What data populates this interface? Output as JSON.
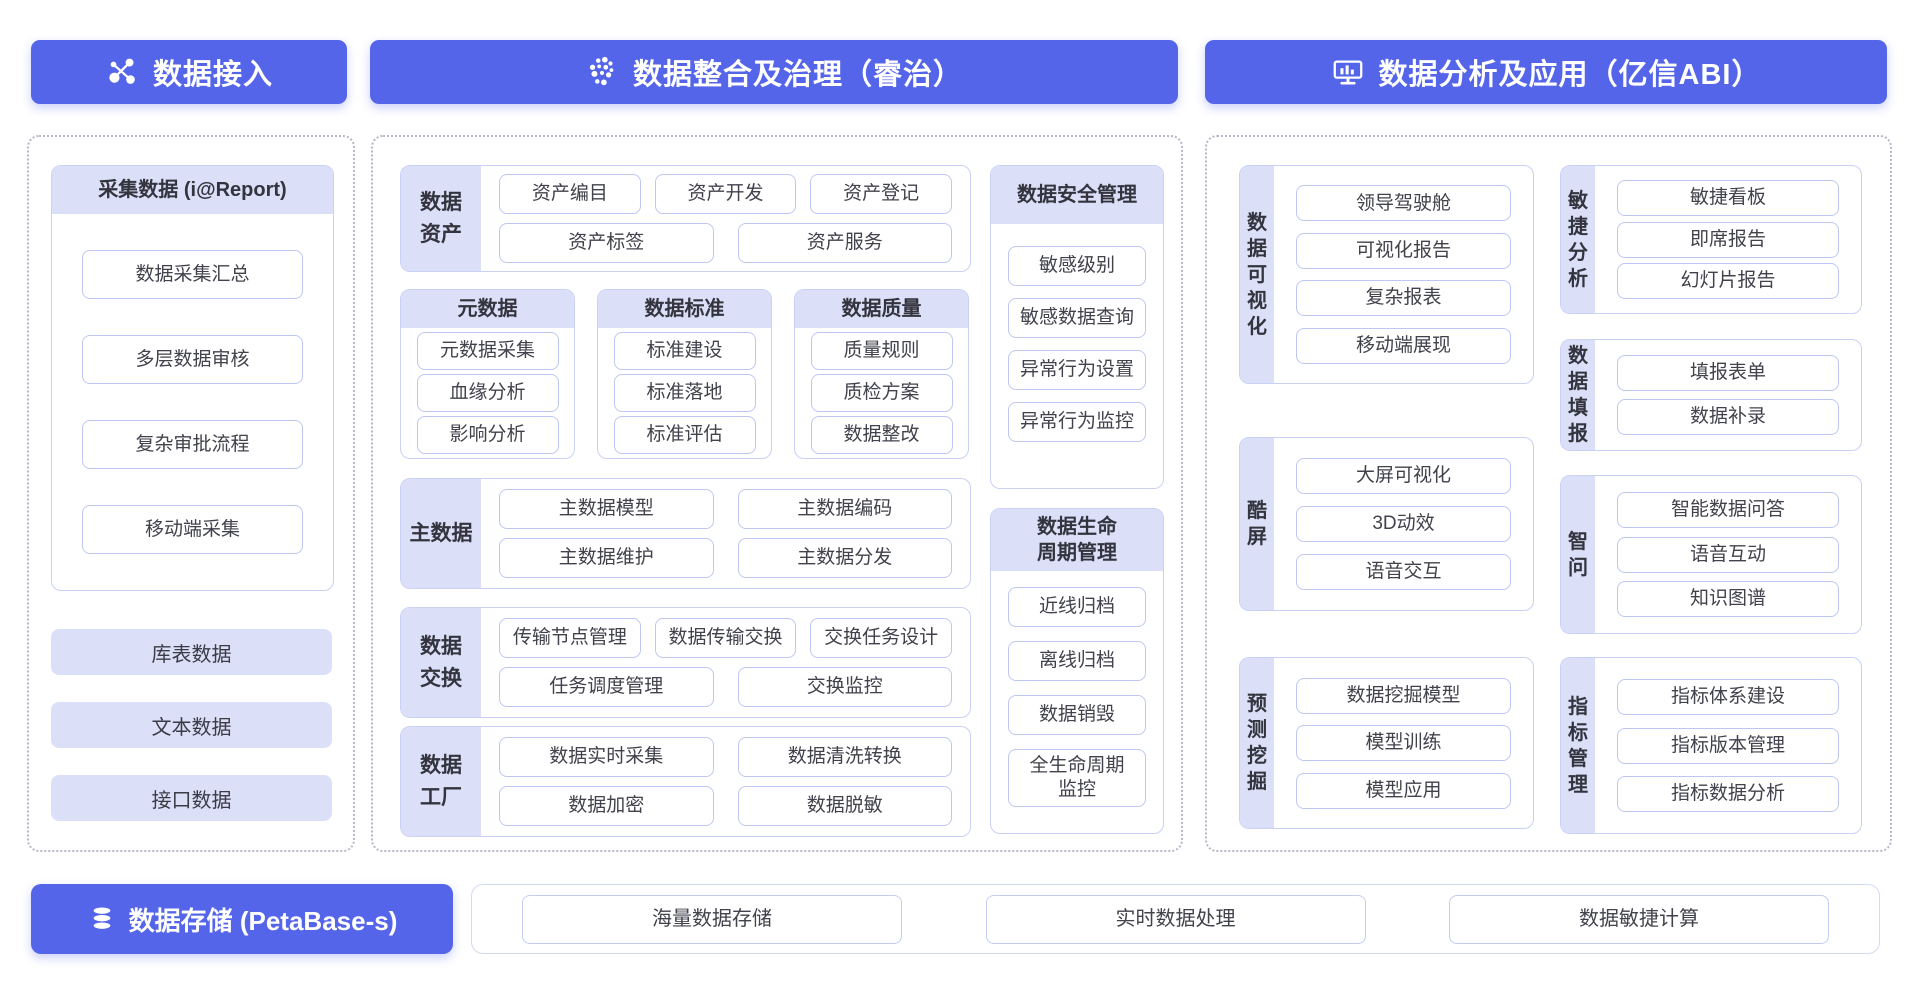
{
  "headers": [
    {
      "label": "数据接入",
      "icon": "network-icon"
    },
    {
      "label": "数据整合及治理（睿治）",
      "icon": "dots-cluster-icon"
    },
    {
      "label": "数据分析及应用（亿信ABI）",
      "icon": "monitor-chart-icon"
    }
  ],
  "access": {
    "card_title": "采集数据 (i@Report)",
    "card_items": [
      "数据采集汇总",
      "多层数据审核",
      "复杂审批流程",
      "移动端采集"
    ],
    "bars": [
      "库表数据",
      "文本数据",
      "接口数据"
    ]
  },
  "governance": {
    "asset": {
      "label": "数据\n资产",
      "row1": [
        "资产编目",
        "资产开发",
        "资产登记"
      ],
      "row2": [
        "资产标签",
        "资产服务"
      ]
    },
    "cards": [
      {
        "title": "元数据",
        "items": [
          "元数据采集",
          "血缘分析",
          "影响分析"
        ]
      },
      {
        "title": "数据标准",
        "items": [
          "标准建设",
          "标准落地",
          "标准评估"
        ]
      },
      {
        "title": "数据质量",
        "items": [
          "质量规则",
          "质检方案",
          "数据整改"
        ]
      }
    ],
    "master": {
      "label": "主数据",
      "row1": [
        "主数据模型",
        "主数据编码"
      ],
      "row2": [
        "主数据维护",
        "主数据分发"
      ]
    },
    "exchange": {
      "label": "数据\n交换",
      "row1": [
        "传输节点管理",
        "数据传输交换",
        "交换任务设计"
      ],
      "row2": [
        "任务调度管理",
        "交换监控"
      ]
    },
    "factory": {
      "label": "数据\n工厂",
      "row1": [
        "数据实时采集",
        "数据清洗转换"
      ],
      "row2": [
        "数据加密",
        "数据脱敏"
      ]
    },
    "security": {
      "title": "数据安全管理",
      "items": [
        "敏感级别",
        "敏感数据查询",
        "异常行为设置",
        "异常行为监控"
      ]
    },
    "lifecycle": {
      "title": "数据生命\n周期管理",
      "items": [
        "近线归档",
        "离线归档",
        "数据销毁",
        "全生命周期\n监控"
      ]
    }
  },
  "analysis": {
    "sections": [
      {
        "label": "数\n据\n可\n视\n化",
        "items": [
          "领导驾驶舱",
          "可视化报告",
          "复杂报表",
          "移动端展现"
        ]
      },
      {
        "label": "敏\n捷\n分\n析",
        "items": [
          "敏捷看板",
          "即席报告",
          "幻灯片报告"
        ]
      },
      {
        "label": "数\n据\n填\n报",
        "items": [
          "填报表单",
          "数据补录"
        ]
      },
      {
        "label": "酷\n屏",
        "items": [
          "大屏可视化",
          "3D动效",
          "语音交互"
        ]
      },
      {
        "label": "智\n问",
        "items": [
          "智能数据问答",
          "语音互动",
          "知识图谱"
        ]
      },
      {
        "label": "预\n测\n挖\n掘",
        "items": [
          "数据挖掘模型",
          "模型训练",
          "模型应用"
        ]
      },
      {
        "label": "指\n标\n管\n理",
        "items": [
          "指标体系建设",
          "指标版本管理",
          "指标数据分析"
        ]
      }
    ]
  },
  "storage": {
    "label": "数据存储 (PetaBase-s)",
    "items": [
      "海量数据存储",
      "实时数据处理",
      "数据敏捷计算"
    ]
  },
  "colors": {
    "accent": "#5465EA",
    "label_fill": "#DBDFF8",
    "item_border": "#BEC7F2",
    "dotted_border": "#B6B7C6"
  }
}
